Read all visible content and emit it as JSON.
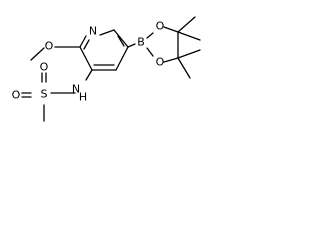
{
  "molecule": {
    "atoms": {
      "n_ring": "N",
      "o_methoxy": "O",
      "n_amide": "N",
      "h_amide": "H",
      "s_sulfonyl": "S",
      "o_sulfonyl_1": "O",
      "o_sulfonyl_2": "O",
      "b_boron": "B",
      "o_boronate_1": "O",
      "o_boronate_2": "O"
    }
  }
}
